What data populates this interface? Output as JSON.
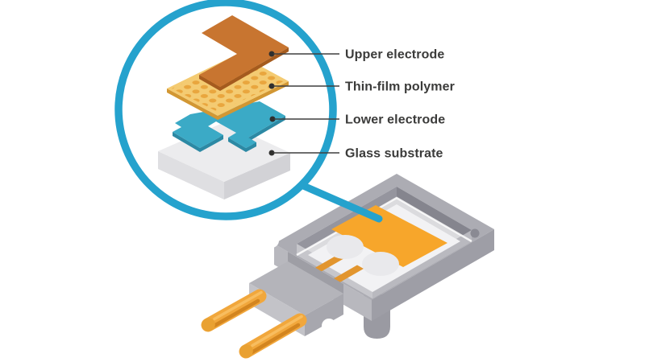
{
  "diagram": {
    "kind": "exploded-view sensor construction diagram",
    "callout": {
      "ring_color": "#25a2cd",
      "layers": [
        {
          "id": "upper-electrode",
          "label": "Upper electrode",
          "color": "#c87530"
        },
        {
          "id": "thin-film-polymer",
          "label": "Thin-film polymer",
          "color": "#f4cb72",
          "dot_color": "#e9a63e"
        },
        {
          "id": "lower-electrode",
          "label": "Lower electrode",
          "color": "#3baac6"
        },
        {
          "id": "glass-substrate",
          "label": "Glass substrate",
          "color": "#ececee"
        }
      ]
    },
    "device": {
      "body_color": "#acacb3",
      "chip_color": "#f7a62b",
      "pin_color": "#f1a73c",
      "pin_count": 2,
      "glue_dot_count": 2
    }
  }
}
